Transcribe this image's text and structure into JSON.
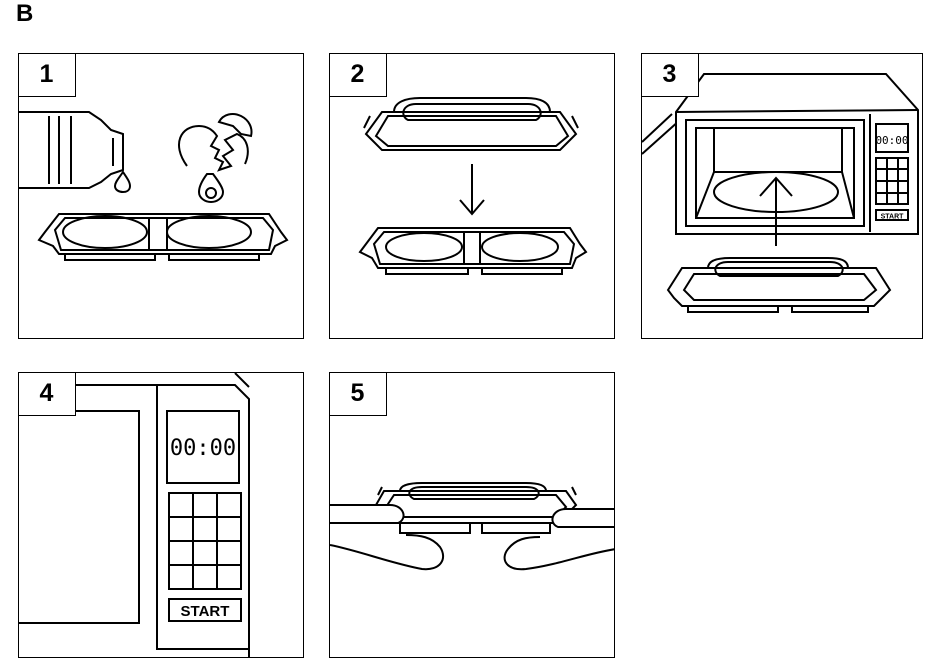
{
  "section": {
    "letter": "B"
  },
  "steps": [
    {
      "number": "1"
    },
    {
      "number": "2"
    },
    {
      "number": "3",
      "display": "00:00",
      "button": "START"
    },
    {
      "number": "4",
      "display": "00:00",
      "button": "START"
    },
    {
      "number": "5"
    }
  ],
  "icons": [
    "water-bottle-icon",
    "water-drop-icon",
    "cracked-egg-icon",
    "egg-tray-icon",
    "lid-icon",
    "down-arrow-icon",
    "microwave-icon",
    "up-arrow-icon",
    "hands-icon"
  ]
}
